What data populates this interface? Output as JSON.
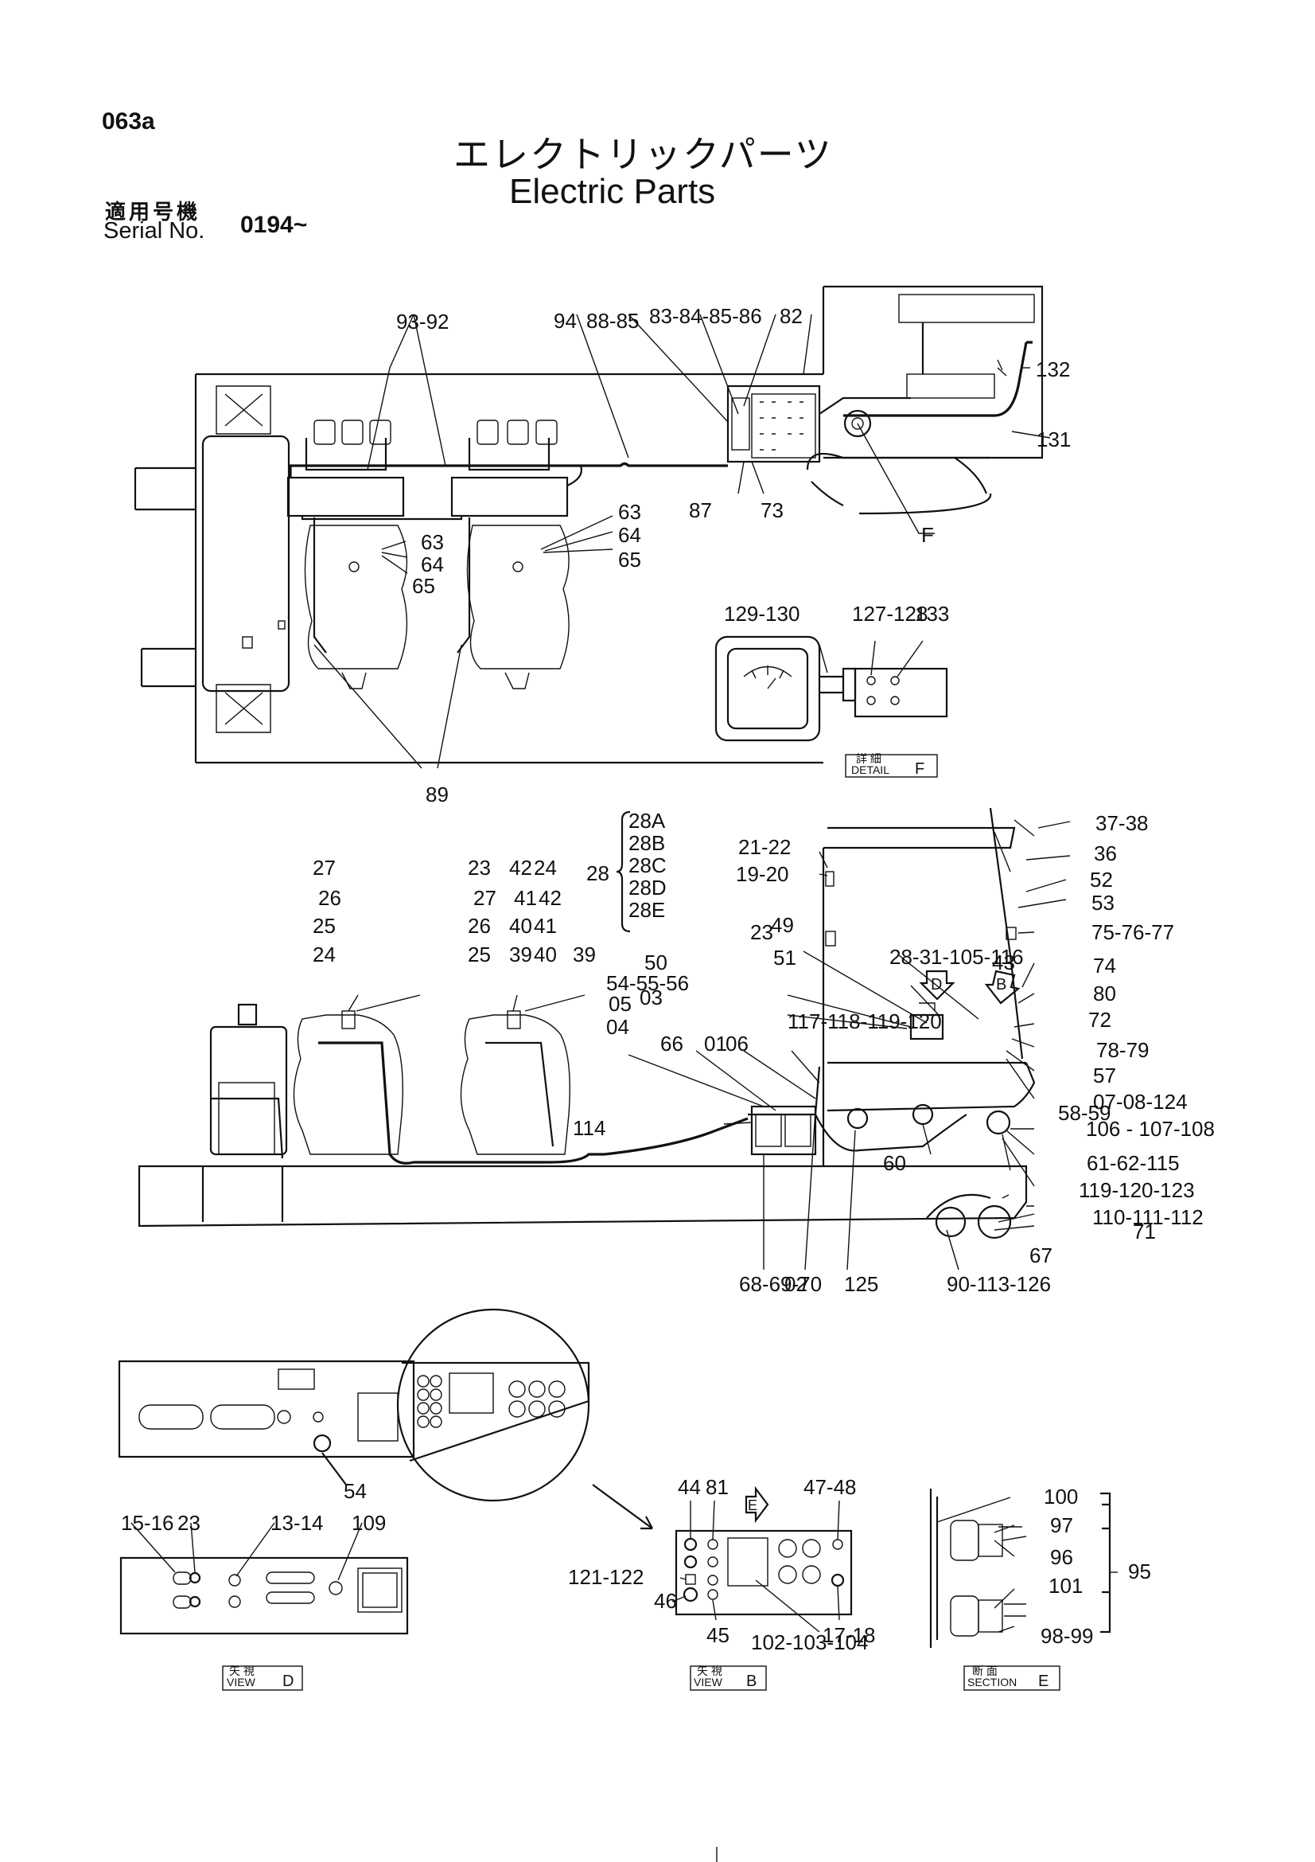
{
  "header": {
    "page_code": "063a",
    "title_ja": "エレクトリックパーツ",
    "title_en": "Electric Parts",
    "serial_label_ja": "適用号機",
    "serial_label_en": "Serial No.",
    "serial_value": "0194~"
  },
  "labels": {
    "top": [
      "93-92",
      "94",
      "88-85",
      "83-84-85-86",
      "82",
      "132",
      "131",
      "87",
      "73",
      "F",
      "63",
      "64",
      "65",
      "63",
      "64",
      "65",
      "89"
    ],
    "detail_f": [
      "129-130",
      "127-128",
      "133"
    ],
    "bottom": [
      "28A",
      "28B",
      "28C",
      "28D",
      "28E",
      "28",
      "21-22",
      "19-20",
      "37-38",
      "36",
      "52",
      "53",
      "75-76-77",
      "27",
      "26",
      "25",
      "24",
      "42",
      "41",
      "40",
      "39",
      "23",
      "27",
      "26",
      "25",
      "24",
      "42",
      "41",
      "40",
      "39",
      "23",
      "49",
      "51",
      "50",
      "28-31-105-116",
      "43",
      "74",
      "80",
      "54-55-56",
      "05",
      "04",
      "03",
      "117-118-119-120",
      "72",
      "78-79",
      "57",
      "66",
      "01",
      "06",
      "07-08-124",
      "58-59",
      "114",
      "106 - 107-108",
      "61-62-115",
      "60",
      "119-120-123",
      "110-111-112",
      "71",
      "67",
      "68-69-70",
      "02",
      "125",
      "90-113-126",
      "91"
    ],
    "views": [
      "54",
      "44",
      "81",
      "47-48",
      "121-122",
      "46",
      "45",
      "17-18",
      "102-103-104",
      "15-16",
      "23",
      "13-14",
      "109",
      "100",
      "97",
      "96",
      "95",
      "101",
      "98-99"
    ]
  },
  "view_tags": {
    "detail_f": {
      "top": "詳 細",
      "bottom": "DETAIL",
      "letter": "F"
    },
    "view_d": {
      "top": "矢 視",
      "bottom": "VIEW",
      "letter": "D"
    },
    "view_b": {
      "top": "矢 視",
      "bottom": "VIEW",
      "letter": "B"
    },
    "section_e": {
      "top": "断 面",
      "bottom": "SECTION",
      "letter": "E"
    }
  },
  "arrow_markers": {
    "d": "D",
    "b": "B",
    "e": "E"
  }
}
